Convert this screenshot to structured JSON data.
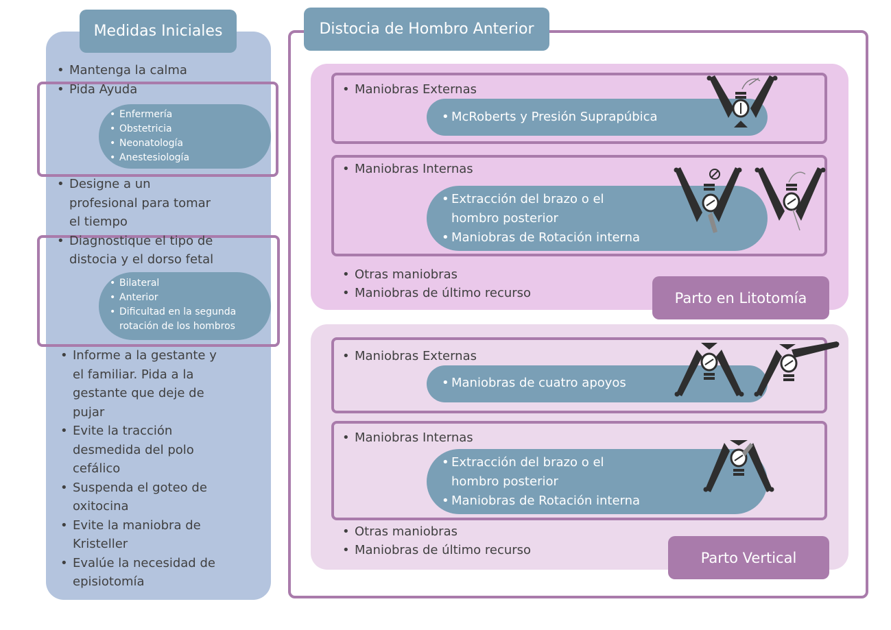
{
  "left": {
    "title": "Medidas Iniciales",
    "items": {
      "calma": "Mantenga la calma",
      "ayuda": "Pida Ayuda",
      "designe": [
        "Designe a un",
        "profesional para tomar",
        "el tiempo"
      ],
      "diagnostique": [
        "Diagnostique el tipo de",
        "distocia y el dorso fetal"
      ],
      "informe": [
        "Informe a la gestante y",
        "el familiar. Pida a la",
        "gestante que deje de",
        "pujar"
      ],
      "traccion": [
        "Evite la tracción",
        "desmedida del polo",
        "cefálico"
      ],
      "goteo": [
        "Suspenda el goteo de",
        "oxitocina"
      ],
      "kristeller": [
        "Evite la maniobra de",
        "Kristeller"
      ],
      "episiotomia": [
        "Evalúe la necesidad de",
        "episiotomía"
      ]
    },
    "ayuda_sub": [
      "Enfermería",
      "Obstetricia",
      "Neonatología",
      "Anestesiología"
    ],
    "distocia_sub": [
      "Bilateral",
      "Anterior",
      "Dificultad en la segunda",
      "rotación de los hombros"
    ]
  },
  "right": {
    "title": "Distocia de Hombro Anterior",
    "litotomia": {
      "tag": "Parto en Litotomía",
      "externas_label": "Maniobras Externas",
      "externas_item": "McRoberts y Presión Suprapúbica",
      "internas_label": "Maniobras Internas",
      "internas_items": [
        "Extracción del brazo o el",
        "hombro posterior",
        "Maniobras de Rotación interna"
      ],
      "otras": "Otras maniobras",
      "ultimo": "Maniobras de último recurso"
    },
    "vertical": {
      "tag": "Parto Vertical",
      "externas_label": "Maniobras Externas",
      "externas_item": "Maniobras de cuatro apoyos",
      "internas_label": "Maniobras Internas",
      "internas_items": [
        "Extracción del brazo o el",
        "hombro posterior",
        "Maniobras de Rotación interna"
      ],
      "otras": "Otras maniobras",
      "ultimo": "Maniobras de último recurso"
    }
  },
  "colors": {
    "left_panel": "#b4c4de",
    "title_tab": "#7a9fb6",
    "pill": "#7a9fb6",
    "highlight_border": "#a97bab",
    "litotomia_zone": "#eac8ea",
    "vertical_zone": "#ecd9ec",
    "tag": "#a97bab"
  },
  "icons": [
    "leg-position-icon",
    "hand-icon",
    "no-symbol-icon"
  ]
}
